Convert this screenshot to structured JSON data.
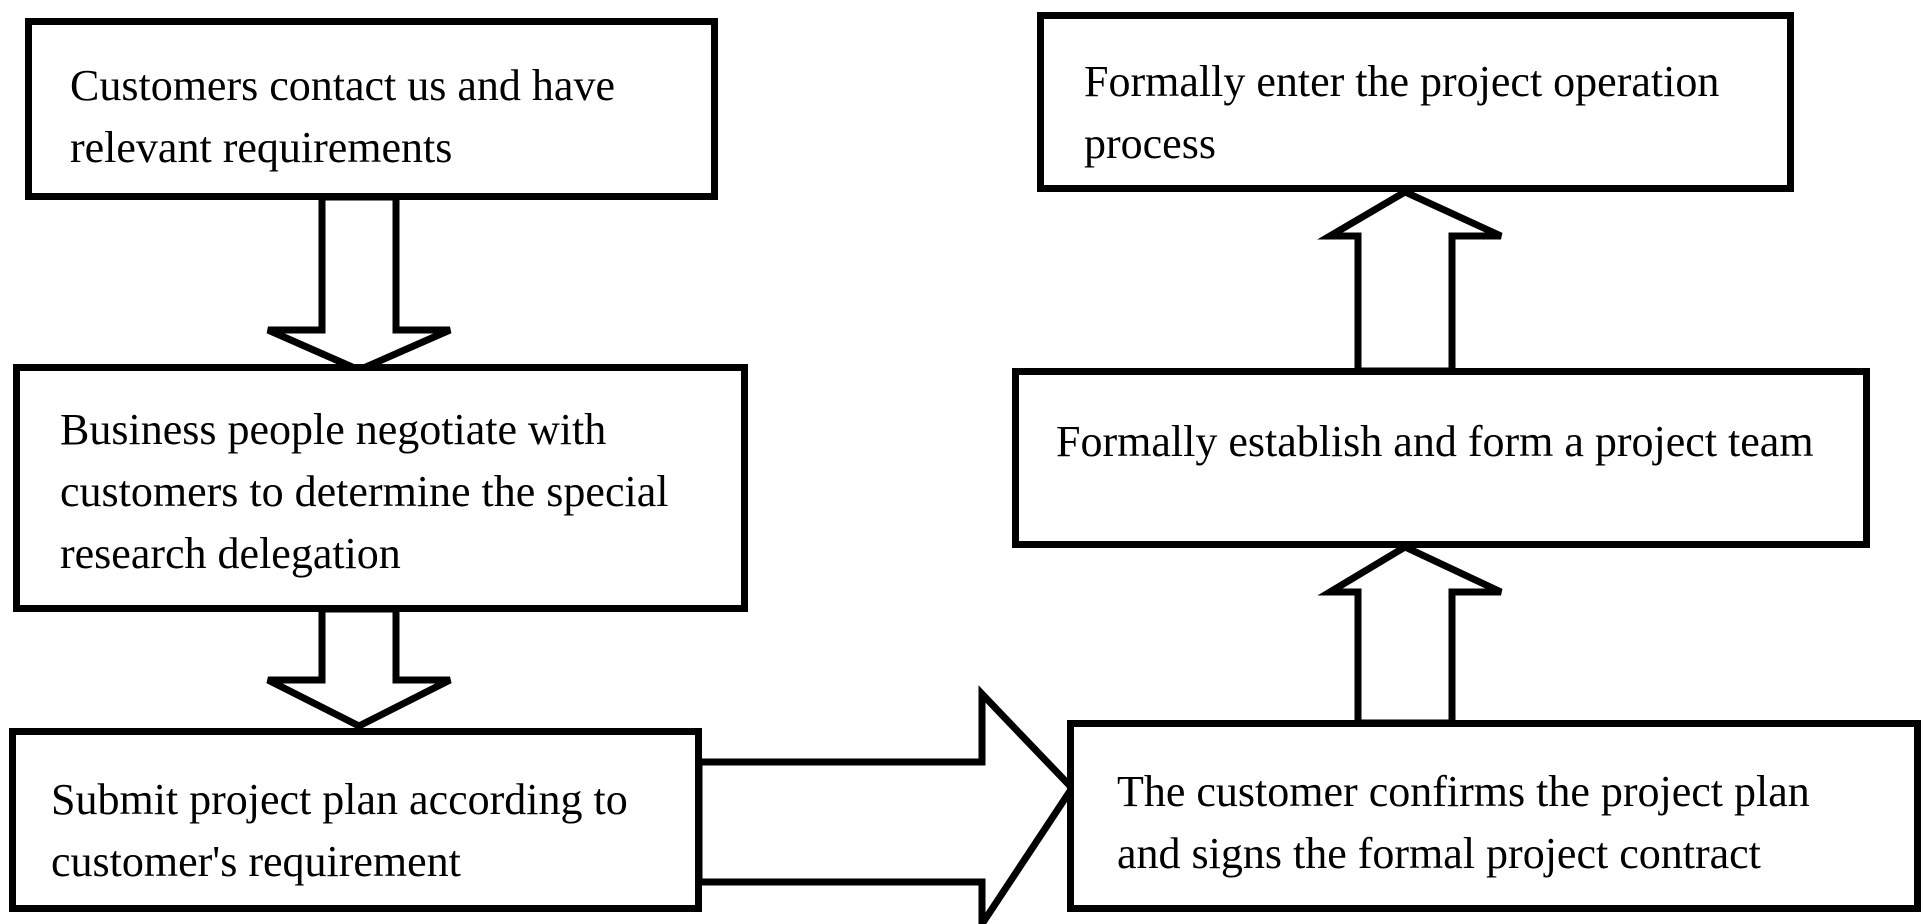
{
  "diagram": {
    "nodes": [
      {
        "id": "contact",
        "lines": [
          "Customers contact us and have",
          "relevant requirements"
        ]
      },
      {
        "id": "negotiate",
        "lines": [
          "Business people negotiate with",
          "customers to determine the special",
          "research delegation"
        ]
      },
      {
        "id": "submit",
        "lines": [
          "Submit project plan according to",
          "customer's requirement"
        ]
      },
      {
        "id": "confirm",
        "lines": [
          "The customer confirms the project plan",
          "and signs the formal project contract"
        ]
      },
      {
        "id": "team",
        "lines": [
          "Formally establish and form a project team"
        ]
      },
      {
        "id": "operation",
        "lines": [
          "Formally enter the project operation",
          "process"
        ]
      }
    ],
    "edges": [
      {
        "from": "contact",
        "to": "negotiate",
        "direction": "down"
      },
      {
        "from": "negotiate",
        "to": "submit",
        "direction": "down"
      },
      {
        "from": "submit",
        "to": "confirm",
        "direction": "right"
      },
      {
        "from": "confirm",
        "to": "team",
        "direction": "up"
      },
      {
        "from": "team",
        "to": "operation",
        "direction": "up"
      }
    ],
    "colors": {
      "stroke": "#000000",
      "fill": "#ffffff"
    }
  }
}
